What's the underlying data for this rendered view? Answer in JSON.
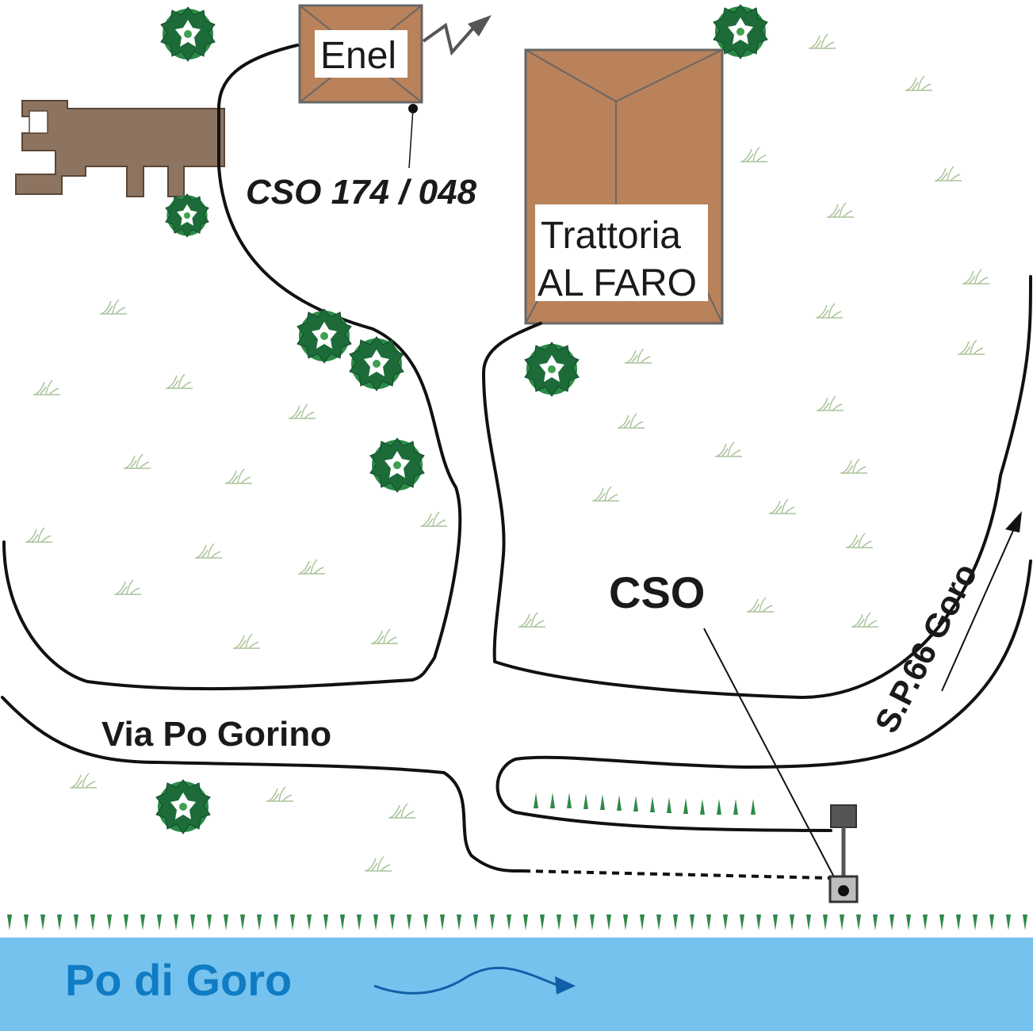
{
  "map": {
    "labels": {
      "enel": "Enel",
      "cso_code": "CSO 174 / 048",
      "trattoria_line1": "Trattoria",
      "trattoria_line2": "AL FARO",
      "cso": "CSO",
      "road_sp66": "S.P.66  Goro",
      "via_po_gorino": "Via Po Gorino",
      "river": "Po di Goro"
    },
    "colors": {
      "building_roof": "#b9825b",
      "building_stroke": "#666666",
      "ruin": "#8c7461",
      "river": "#76c2ee",
      "river_text": "#0f7cc4",
      "tree_dark": "#1e6b3a",
      "tree_light": "#3f9b4c",
      "reeds": "#2d8a47",
      "grass": "#aac49a"
    },
    "icons": {
      "tree": "tree-icon",
      "grass": "grass-tuft-icon",
      "lightning": "lightning-arrow-icon",
      "flow": "flow-arrow-icon",
      "direction": "direction-arrow-icon"
    }
  }
}
